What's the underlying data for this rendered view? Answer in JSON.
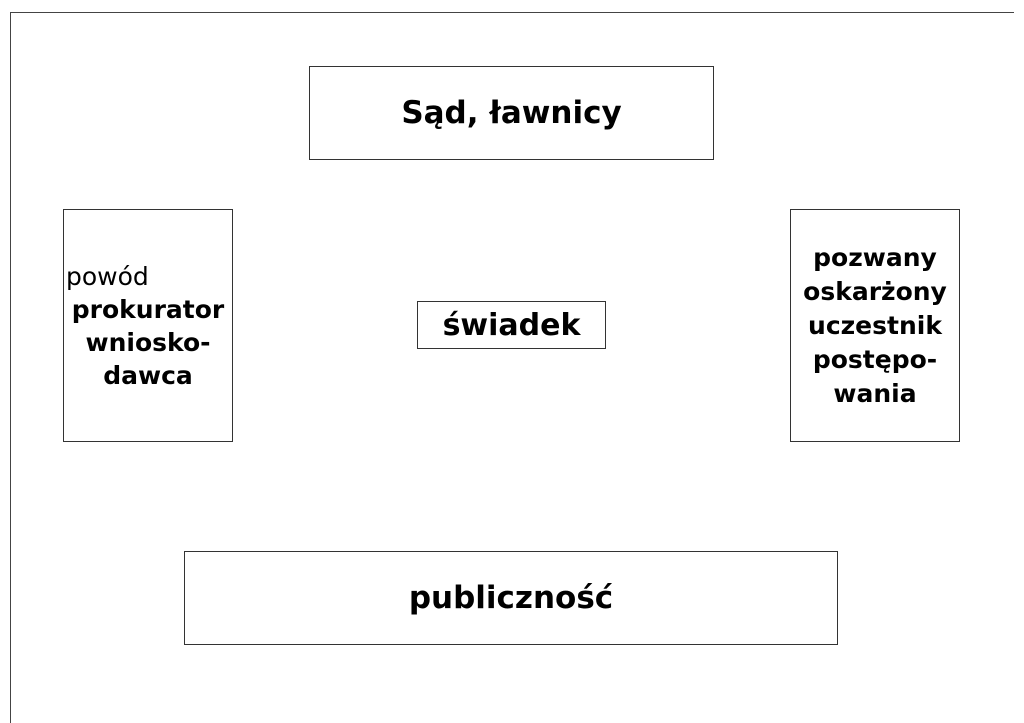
{
  "diagram": {
    "court_label": "Sąd, ławnicy",
    "witness_label": "świadek",
    "public_label": "publiczność",
    "plaintiff_lines": [
      "powód",
      "prokurator",
      "wniosko-",
      "dawca"
    ],
    "defendant_lines": [
      "pozwany",
      "oskarżony",
      "uczestnik",
      "postępo-",
      "wania"
    ]
  }
}
